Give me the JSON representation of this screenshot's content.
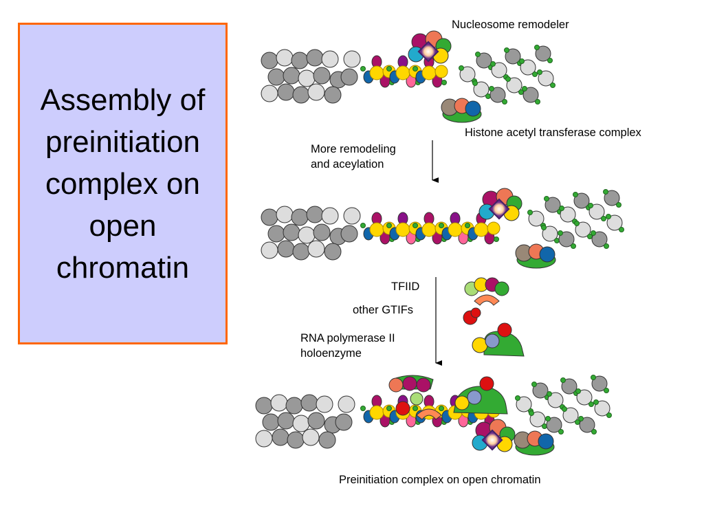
{
  "slide": {
    "title": "Assembly of preinitiation complex on open chromatin"
  },
  "labels": {
    "nucleosome_remodeler": "Nucleosome remodeler",
    "hat_complex": "Histone acetyl transferase complex",
    "more_remodeling": "More remodeling\nand aceylation",
    "tfiid": "TFIID",
    "other_gtifs": "other GTIFs",
    "rna_pol": "RNA polymerase II\nholoenzyme",
    "caption": "Preinitiation complex on open chromatin"
  },
  "colors": {
    "title_box_fill": "#cdcdfd",
    "title_box_border": "#ff6600",
    "histone_gray": "#999999",
    "histone_light": "#dddddd",
    "linker_green": "#33aa33",
    "acetylated_yellow": "#ffd700",
    "blue": "#1166aa",
    "magenta": "#aa1166",
    "pink": "#ff6699",
    "purple": "#881188",
    "orange": "#ff8855",
    "teal": "#22aacc",
    "salmon": "#ee7755",
    "red": "#dd1111",
    "green": "#33aa33",
    "light_green": "#aadd77",
    "lavender": "#8899cc",
    "tan": "#998877"
  }
}
